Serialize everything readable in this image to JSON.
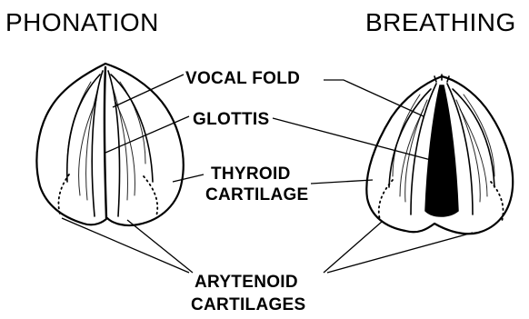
{
  "titles": {
    "left": "PHONATION",
    "right": "BREATHING"
  },
  "callouts": {
    "vocal_fold": "VOCAL FOLD",
    "glottis": "GLOTTIS",
    "thyroid_line1": "THYROID",
    "thyroid_line2": "CARTILAGE",
    "arytenoid_line1": "ARYTENOID",
    "arytenoid_line2": "CARTILAGES"
  }
}
